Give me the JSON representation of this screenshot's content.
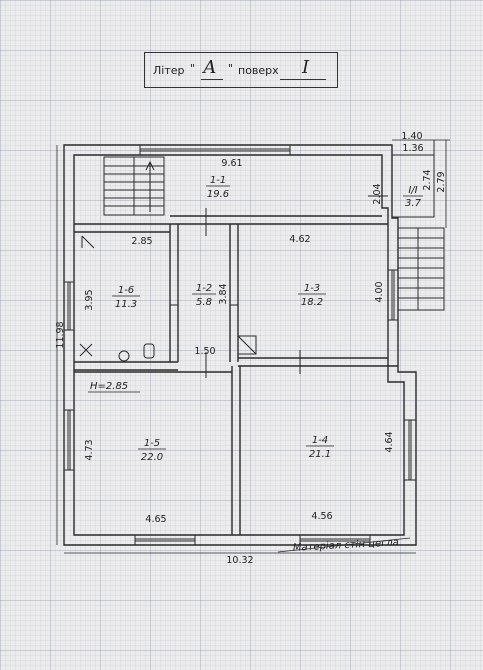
{
  "header": {
    "liter_label": "Літер",
    "quote_open": "\"",
    "liter_value": "А",
    "quote_close": "\"",
    "floor_label": "поверх",
    "floor_value": "I"
  },
  "rooms": [
    {
      "id": "1-1",
      "area": "19.6"
    },
    {
      "id": "1-2",
      "area": "5.8"
    },
    {
      "id": "1-3",
      "area": "18.2"
    },
    {
      "id": "1-4",
      "area": "21.1"
    },
    {
      "id": "1-5",
      "area": "22.0"
    },
    {
      "id": "1-6",
      "area": "11.3"
    },
    {
      "id": "I/I",
      "area": "3.7"
    }
  ],
  "dimensions": {
    "total_width": "10.32",
    "total_height": "11.98",
    "hall_width": "9.61",
    "hall_depth": "2.04",
    "room13_width": "4.62",
    "room13_depth": "4.00",
    "room16_width": "2.85",
    "room16_depth": "3.95",
    "corridor_length": "3.84",
    "corridor_width": "1.50",
    "room15_height": "4.73",
    "room15_width": "4.65",
    "room14_width": "4.56",
    "room14_depth": "4.64",
    "porch_outer_width": "1.40",
    "porch_inner_width": "1.36",
    "porch_inner_depth": "2.74",
    "porch_outer_depth": "2.79"
  },
  "notes": {
    "ceiling_height": "Н=2.85",
    "material": "Матеріал стін цегла"
  }
}
